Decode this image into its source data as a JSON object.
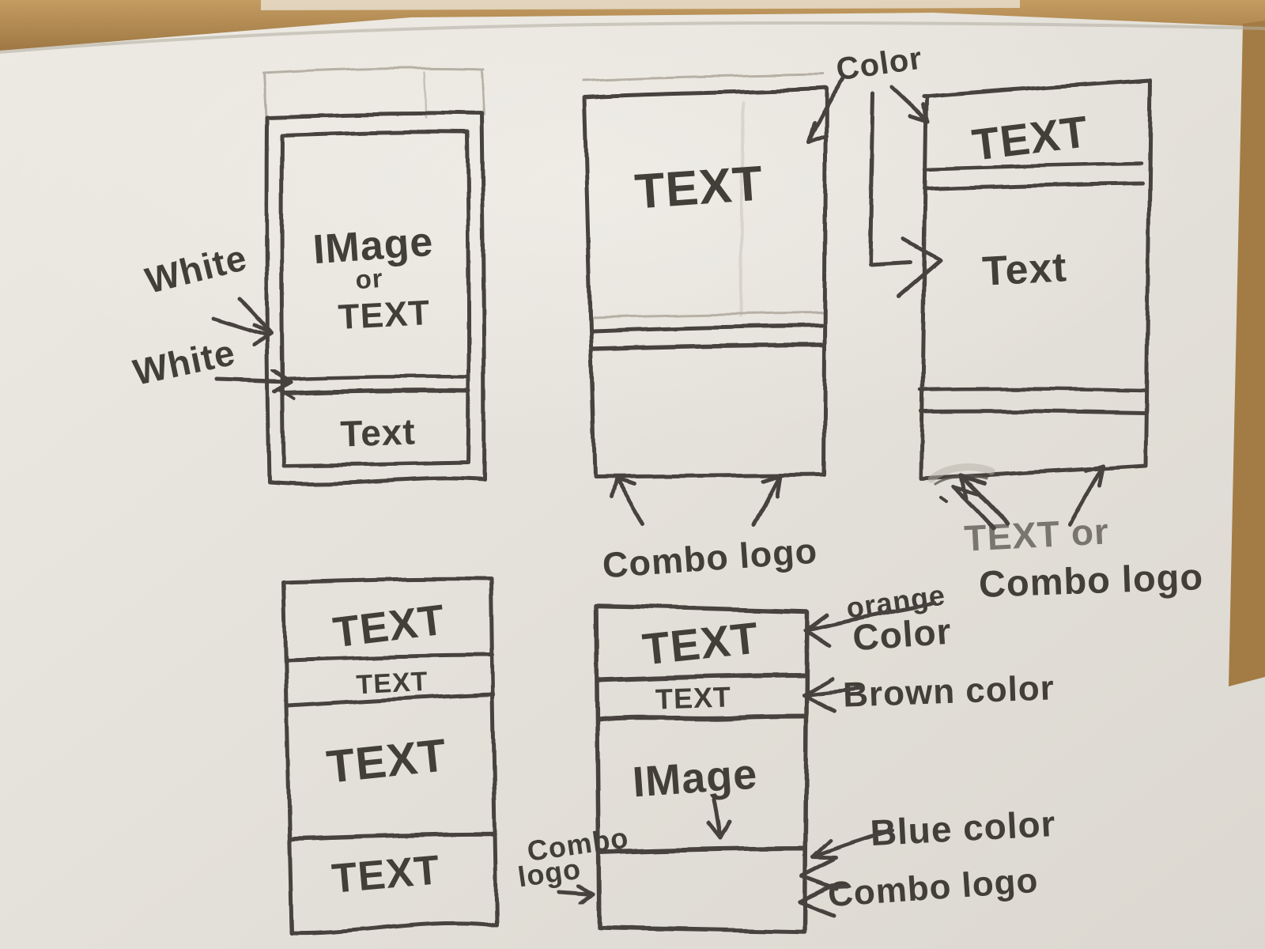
{
  "colors": {
    "paper": "#e7e4dd",
    "paper_dark": "#dbd7d0",
    "pencil": "#46433d",
    "pencil_faint": "#b6b0a5",
    "desk_wood": "#b08a52"
  },
  "wireframes": {
    "top_left": {
      "content_line1": "IMage",
      "content_line2": "or",
      "content_line3": "TEXT",
      "footer_text": "Text"
    },
    "top_middle": {
      "body_text": "TEXT"
    },
    "top_right": {
      "header_text": "TEXT",
      "body_text": "Text"
    },
    "bottom_left": {
      "band1": "TEXT",
      "band2": "TEXT",
      "band3": "TEXT",
      "band4": "TEXT"
    },
    "bottom_middle": {
      "header_text": "TEXT",
      "subheader_text": "TEXT",
      "body_text": "IMage"
    }
  },
  "annotations": {
    "white_upper": "White",
    "white_lower": "White",
    "color_top": "Color",
    "combo_logo_top_middle": "Combo logo",
    "combo_logo_top_right": "Combo logo",
    "orange_word": "orange",
    "orange_color_word": "Color",
    "brown_color": "Brown color",
    "blue_color": "Blue color",
    "combo_logo_bottom_right": "Combo logo",
    "combo_word": "Combo",
    "logo_word": "logo",
    "ghost_text": "TEXT or"
  }
}
